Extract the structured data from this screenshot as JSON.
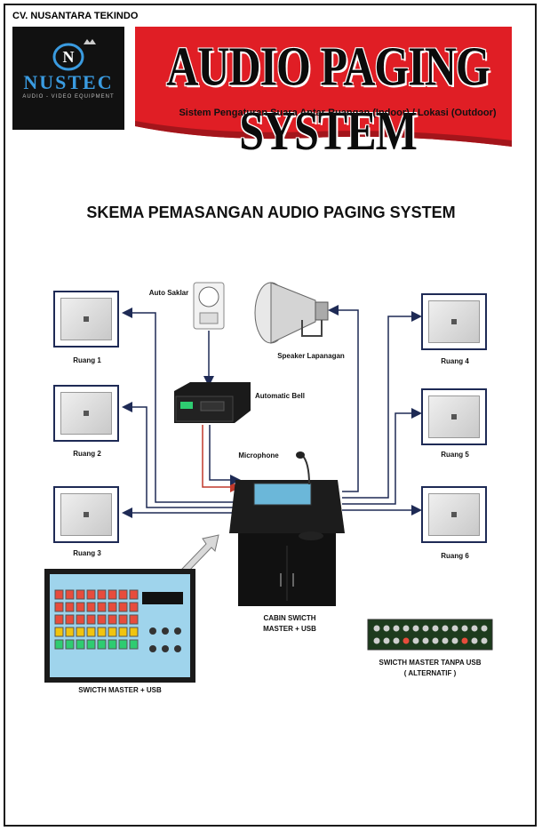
{
  "company": "CV. NUSANTARA TEKINDO",
  "logo": {
    "brand": "NUSTEC",
    "tagline": "AUDIO - VIDEO EQUIPMENT"
  },
  "banner": {
    "title": "AUDIO PAGING SYSTEM",
    "subtitle": "Sistem Pengaturan Suara Antar Ruangan (Indoor) / Lokasi (Outdoor)",
    "color": "#e01e25"
  },
  "diagram_title": "SKEMA PEMASANGAN AUDIO PAGING SYSTEM",
  "labels": {
    "auto_saklar": "Auto Saklar",
    "speaker_lapangan": "Speaker Lapanagan",
    "automatic_bell": "Automatic Bell",
    "microphone": "Microphone",
    "ruang_1": "Ruang 1",
    "ruang_2": "Ruang 2",
    "ruang_3": "Ruang 3",
    "ruang_4": "Ruang 4",
    "ruang_5": "Ruang 5",
    "ruang_6": "Ruang 6",
    "cabin_line1": "CABIN SWICTH",
    "cabin_line2": "MASTER + USB",
    "switch_master_usb": "SWICTH MASTER + USB",
    "switch_no_usb_line1": "SWICTH MASTER TANPA USB",
    "switch_no_usb_line2": "( ALTERNATIF )"
  },
  "colors": {
    "arrow": "#1e2a55",
    "red_line": "#c0392b"
  }
}
